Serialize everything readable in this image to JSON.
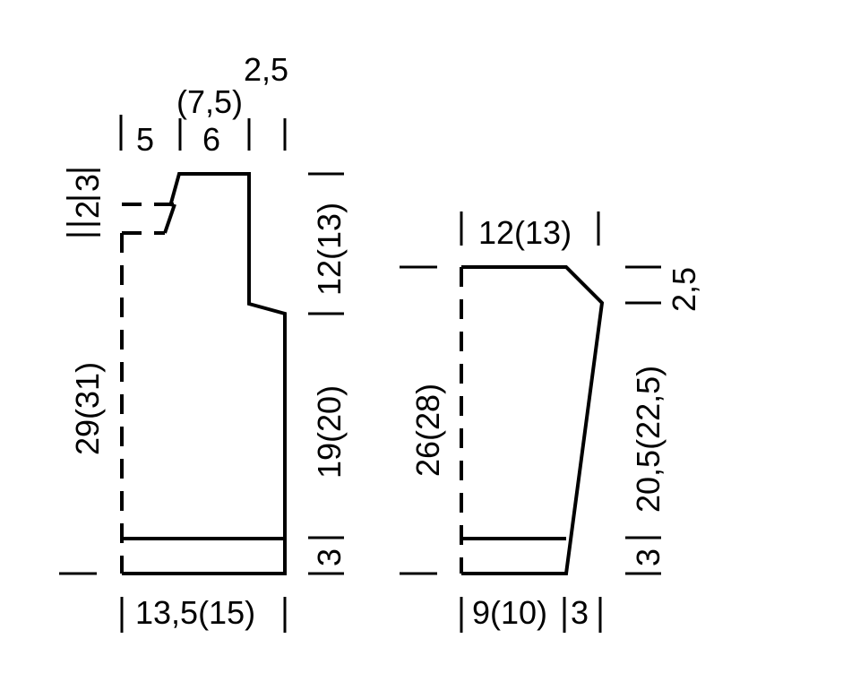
{
  "back_piece": {
    "top_labels": {
      "shoulder_width_alt": "2,5",
      "neck_width_alt": "(7,5)",
      "neck_width": "5",
      "shoulder_width": "6"
    },
    "left_labels": {
      "neck_depth_a": "2",
      "neck_depth_b": "3"
    },
    "side_label": "29(31)",
    "right_labels": {
      "armhole_height": "12(13)",
      "body_height": "19(20)",
      "rib_height": "3"
    },
    "bottom_label": "13,5(15)"
  },
  "sleeve_piece": {
    "top_label": "12(13)",
    "top_right_label": "2,5",
    "side_label": "26(28)",
    "right_labels": {
      "length": "20,5(22,5)",
      "rib_height": "3"
    },
    "bottom_labels": {
      "width": "9(10)",
      "extra": "3"
    }
  }
}
